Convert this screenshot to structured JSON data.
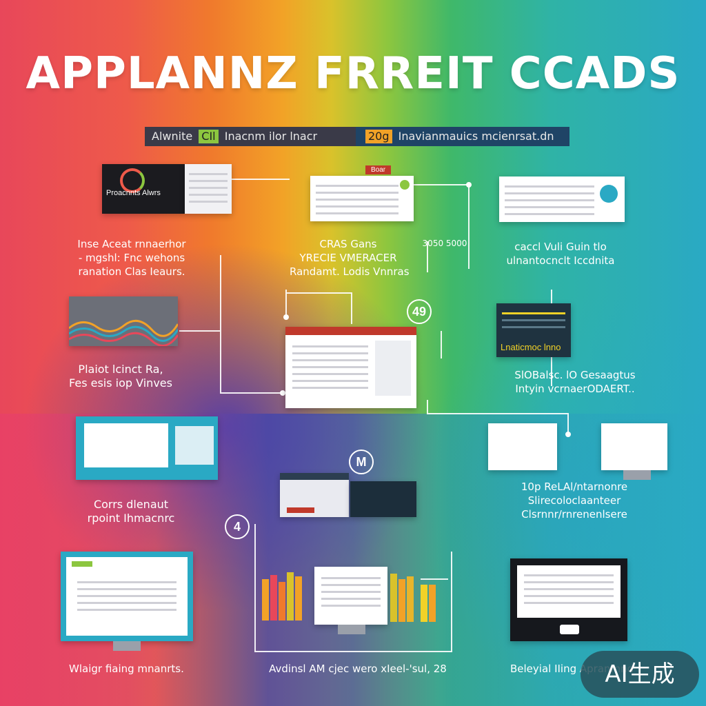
{
  "title": "APPLANNZ FRREIT CCADS",
  "banner_left": {
    "pre": "Alwnite",
    "chip": "CIl",
    "post": "Inacnm ilor lnacr"
  },
  "banner_right": {
    "chip": "20g",
    "post": "Inavianmauics mcienrsat.dn"
  },
  "panel_label_dark": "Proacnnts Alwrs",
  "panel_label_red": "Boar",
  "panel_label_teal": "Lnaticmoc lnno",
  "captions": {
    "left_top": [
      "Inse Aceat rnnaerhor",
      "- mgshl: Fnc wehons",
      "ranation Clas Ieaurs."
    ],
    "center_top": [
      "CRAS Gans",
      "YRECIE VMERACER",
      "Randamt. Lodis Vnnras"
    ],
    "number_top": "3050 5000",
    "right_top": [
      "caccl Vuli Guin tlo",
      "ulnantocnclt Iccdnita"
    ],
    "left_mid": [
      "Plaiot lcinct Ra,",
      "Fes esis iop Vinves"
    ],
    "right_mid": [
      "SlOBalsc. lO Gesaagtus",
      "Intyin vcrnaerODAERT.."
    ],
    "left_low": [
      "Corrs dlenaut",
      "rpoint Ihmacnrc"
    ],
    "right_low": [
      "10p ReLAl/ntarnonre",
      "Slirecoloclaanteer",
      "Clsrnnr/rnrenenlsere"
    ],
    "bottom_left": "Wlaigr fiaing mnanrts.",
    "bottom_center": "Avdinsl AM cjec wero xIeel-'sul, 28",
    "bottom_right": "Beleyial IIing Apranmnd"
  },
  "badges": {
    "top": "49",
    "mid": "M",
    "bottom": "4"
  },
  "ai_badge": "AI生成",
  "colors": {
    "red": "#e8475a",
    "orange": "#f07a2c",
    "yellow": "#f2a227",
    "green": "#3fb86a",
    "teal": "#2aa9c4",
    "purple": "#5a4aaa"
  },
  "icons": [
    "monitor-icon",
    "window-icon",
    "card-icon",
    "chart-bar-icon",
    "wave-chart-icon"
  ]
}
